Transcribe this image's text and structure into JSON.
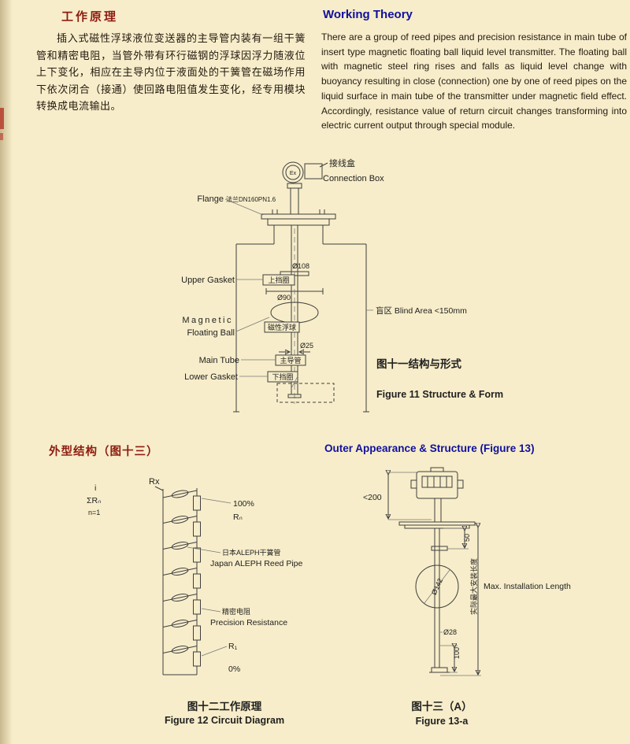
{
  "page": {
    "bg": "#f7edca",
    "accent_red": "#8e1c10",
    "accent_blue": "#10109e"
  },
  "intro": {
    "title_zh": "工作原理",
    "body_zh": "插入式磁性浮球液位变送器的主导管内装有一组干簧管和精密电阻，当管外带有环行磁钢的浮球因浮力随液位上下变化，相应在主导内位于液面处的干簧管在磁场作用下依次闭合（接通）使回路电阻值发生变化，经专用模块转换成电流输出。",
    "title_en": "Working Theory",
    "body_en": "There are a group of reed pipes and precision resistance in main tube of insert type magnetic floating ball liquid level transmitter. The floating ball with magnetic steel ring rises and falls as liquid level change with buoyancy resulting in close (connection) one by one of reed pipes on the liquid surface in main tube of the transmitter under magnetic field effect. Accordingly, resistance value of return circuit changes transforming into electric current output through special module."
  },
  "figure11": {
    "labels": {
      "ex": "Ex",
      "connection_box_zh": "接线盒",
      "connection_box_en": "Connection Box",
      "flange_en": "Flange",
      "flange_zh": "法兰DN160PN1.6",
      "dia108": "Ø108",
      "upper_ring_zh": "上挡圈",
      "upper_gasket_en": "Upper Gasket",
      "dia90": "Ø90",
      "magnetic_en": "Magnetic",
      "floating_ball_en": "Floating Ball",
      "floating_ball_zh": "磁性浮球",
      "blind_area": "盲区 Blind Area <150mm",
      "dia25": "Ø25",
      "main_tube_en": "Main Tube",
      "main_tube_zh": "主导管",
      "lower_gasket_en": "Lower Gasket",
      "lower_ring_zh": "下挡圈"
    },
    "caption_zh": "图十一结构与形式",
    "caption_en": "Figure 11 Structure & Form"
  },
  "section2": {
    "title_zh": "外型结构（图十三）",
    "title_en": "Outer Appearance & Structure (Figure 13)"
  },
  "figure12": {
    "labels": {
      "rx": "Rx",
      "formula_i": "i",
      "formula_sigma": "ΣRₙ",
      "formula_n": "n=1",
      "pct_100": "100%",
      "r_n": "Rₙ",
      "reed_zh": "日本ALEPH干簧管",
      "reed_en": "Japan ALEPH Reed Pipe",
      "precision_zh": "精密电阻",
      "precision_en": "Precision Resistance",
      "r_1": "R₁",
      "pct_0": "0%"
    },
    "caption_zh": "图十二工作原理",
    "caption_en": "Figure 12 Circuit Diagram"
  },
  "figure13": {
    "labels": {
      "head_width": "<200",
      "dim_50": "50",
      "dia_142": "Ø142",
      "install_len_zh": "实际最大安装长度",
      "install_len_en": "Max. Installation Length",
      "dia_28": "Ø28",
      "dim_100": "100"
    },
    "caption_zh": "图十三（A）",
    "caption_en": "Figure 13-a"
  }
}
